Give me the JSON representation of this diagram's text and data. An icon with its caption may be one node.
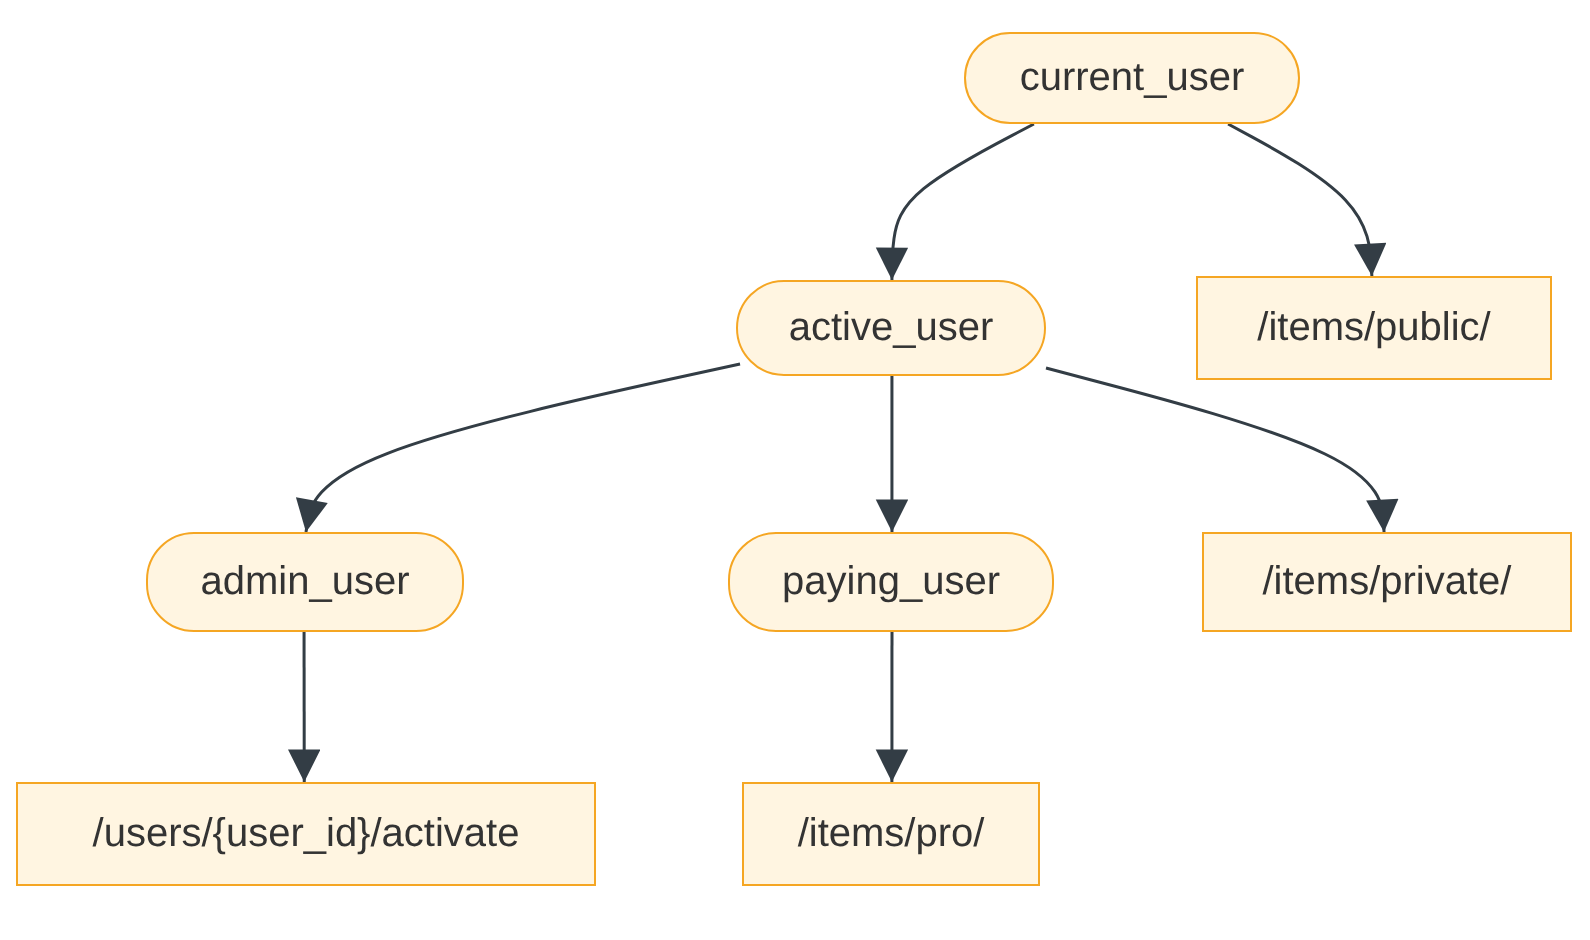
{
  "diagram": {
    "nodes": [
      {
        "text": [
          "current_user"
        ]
      },
      {
        "text": [
          "active_user"
        ]
      },
      {
        "text": [
          "/items/public/"
        ]
      },
      {
        "text": [
          "admin_user"
        ]
      },
      {
        "text": [
          "paying_user"
        ]
      },
      {
        "text": [
          "/items/private/"
        ]
      },
      {
        "text": [
          "/users/{user_id}/activate"
        ]
      },
      {
        "text": [
          "/items/pro/"
        ]
      }
    ],
    "edges": [
      {
        "from": 0,
        "to": 1,
        "arrow": "to"
      },
      {
        "from": 0,
        "to": 2,
        "arrow": "to"
      },
      {
        "from": 1,
        "to": 3,
        "arrow": "to"
      },
      {
        "from": 1,
        "to": 4,
        "arrow": "to"
      },
      {
        "from": 1,
        "to": 5,
        "arrow": "to"
      },
      {
        "from": 3,
        "to": 6,
        "arrow": "to"
      },
      {
        "from": 4,
        "to": 7,
        "arrow": "to"
      }
    ]
  }
}
